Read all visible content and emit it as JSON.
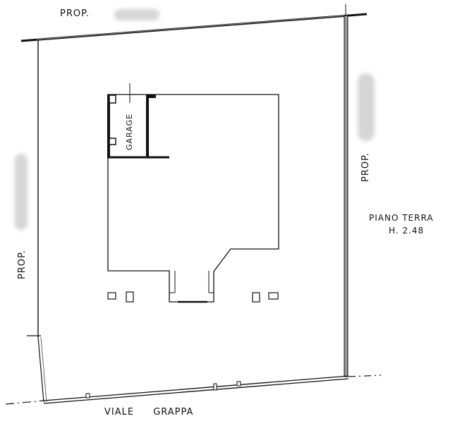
{
  "plan": {
    "floor_title": "PIANO TERRA",
    "floor_height": "H. 2.48",
    "room_label": "GARAGE",
    "street_label": "VIALE GRAPPA",
    "neighbor_labels": {
      "top": "PROP.",
      "left": "PROP.",
      "right": "PROP."
    },
    "colors": {
      "line": "#111111",
      "boundary_fill": "#9a9a9a",
      "redaction": "#d6d6d6"
    }
  }
}
